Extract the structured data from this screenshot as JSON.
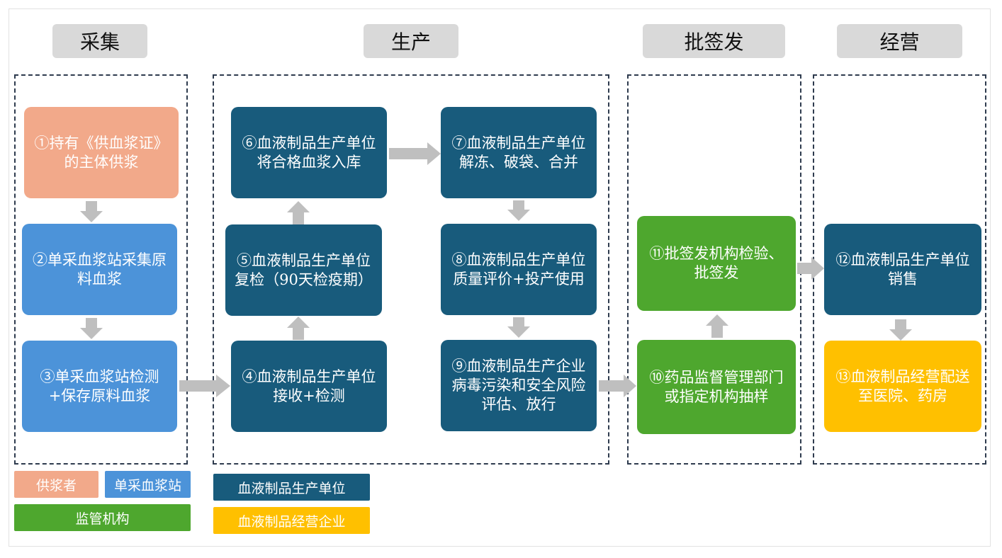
{
  "headers": {
    "collect": "采集",
    "produce": "生产",
    "approve": "批签发",
    "operate": "经营"
  },
  "steps": {
    "s1": "①持有《供血浆证》的主体供浆",
    "s2": "②单采血浆站采集原料血浆",
    "s3": "③单采血浆站检测+保存原料血浆",
    "s4": "④血液制品生产单位接收+检测",
    "s5": "⑤血液制品生产单位复检（90天检疫期）",
    "s6": "⑥血液制品生产单位将合格血浆入库",
    "s7": "⑦血液制品生产单位解冻、破袋、合并",
    "s8": "⑧血液制品生产单位质量评价+投产使用",
    "s9": "⑨血液制品生产企业病毒污染和安全风险评估、放行",
    "s10": "⑩药品监督管理部门或指定机构抽样",
    "s11": "⑪批签发机构检验、批签发",
    "s12": "⑫血液制品生产单位销售",
    "s13": "⑬血液制品经营配送至医院、药房"
  },
  "legend": {
    "donor": "供浆者",
    "station": "单采血浆站",
    "regulator": "监管机构",
    "producer": "血液制品生产单位",
    "distributor": "血液制品经营企业"
  },
  "colors": {
    "donor": "#f2a98a",
    "station": "#4c93d9",
    "producer": "#185b7c",
    "regulator": "#4ea72e",
    "distributor": "#ffc000",
    "arrow": "#bfbfbf"
  }
}
